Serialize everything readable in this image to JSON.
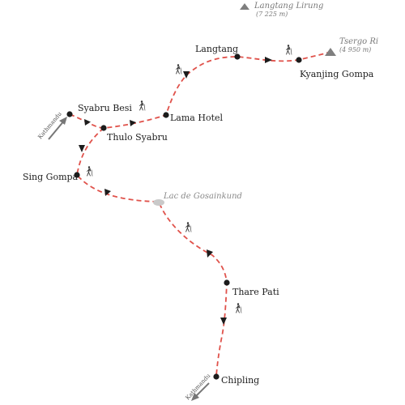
{
  "colors": {
    "route": "#e0524b",
    "stop": "#1c1c1c",
    "arrow": "#1c1c1c",
    "peak": "#7f7f7f",
    "lake": "#c9c9c9",
    "hiker": "#333333",
    "direction": "#777777"
  },
  "peaks": {
    "langtang_lirung": {
      "name": "Langtang Lirung",
      "elevation": "(7 225 m)"
    },
    "tsergo_ri": {
      "name": "Tsergo Ri",
      "elevation": "(4 950 m)"
    }
  },
  "lake": {
    "name": "Lac de Gosainkund"
  },
  "stops": {
    "syabru_besi": "Syabru Besi",
    "lama_hotel": "Lama Hotel",
    "langtang": "Langtang",
    "kyanjing_gompa": "Kyanjing Gompa",
    "thulo_syabru": "Thulo Syabru",
    "sing_gompa": "Sing Gompa",
    "thare_pati": "Thare Pati",
    "chipling": "Chipling"
  },
  "directions": {
    "kathmandu_top": "Kathmandu",
    "kathmandu_bottom": "Kathmandu"
  },
  "icons": {
    "stop": "circle-marker-icon",
    "hiker": "hiker-icon",
    "peak": "mountain-peak-icon",
    "direction_arrow": "arrow-icon",
    "route_arrow": "triangle-arrow-icon"
  }
}
